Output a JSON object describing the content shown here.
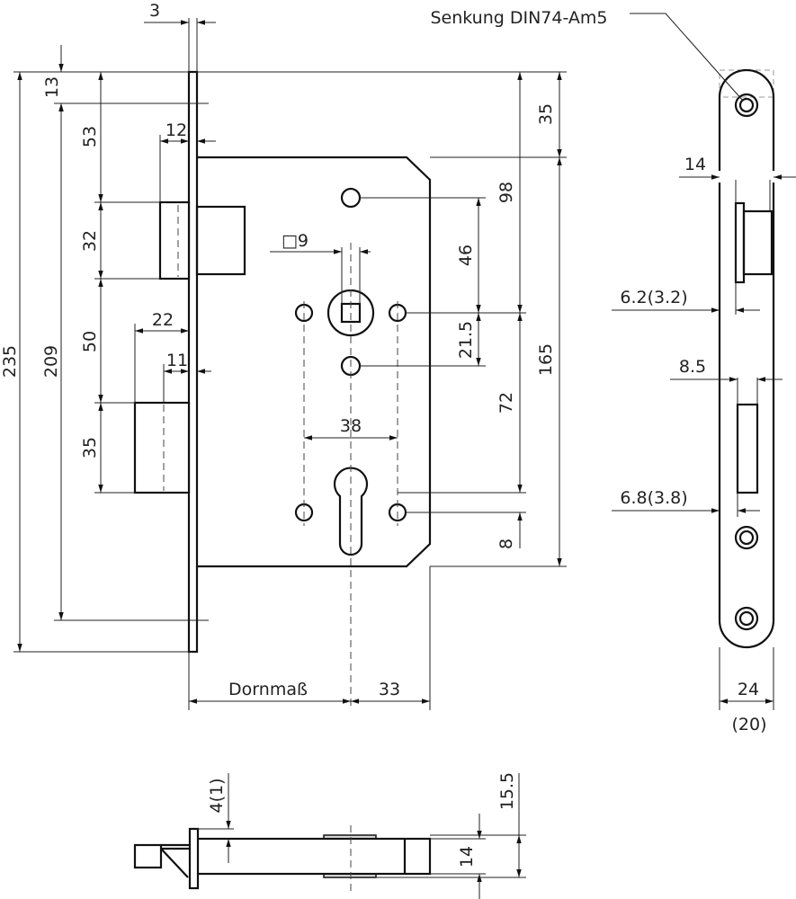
{
  "title": "Einsteckschloss Maßzeichnung",
  "front_view": {
    "dim_faceplate_thickness": "3",
    "dim_top_offset": "13",
    "dim_total_height": "235",
    "dim_screw_spacing": "209",
    "dim_latch_top": "53",
    "dim_latch_height": "32",
    "dim_latch_to_bolt": "50",
    "dim_bolt_height": "35",
    "dim_latch_projection": "12",
    "dim_bolt_projection": "22",
    "dim_bolt_inner": "11",
    "dim_case_top": "35",
    "dim_case_height": "165",
    "dim_to_follower": "98",
    "dim_hole_to_follower": "46",
    "dim_follower_to_hole": "21.5",
    "dim_follower_to_cylinder": "72",
    "dim_cylinder_offset": "8",
    "dim_hole_spacing": "38",
    "dim_square": "□9",
    "dim_backset": "Dornmaß",
    "dim_backset_to_back": "33"
  },
  "side_view": {
    "countersink_note": "Senkung DIN74-Am5",
    "dim_latch_width": "14",
    "dim_latch_offset": "6.2(3.2)",
    "dim_bolt_width": "8.5",
    "dim_bolt_offset": "6.8(3.8)",
    "dim_plate_width": "24",
    "dim_plate_width_alt": "(20)"
  },
  "bottom_view": {
    "dim_plate_offset": "4(1)",
    "dim_case_thickness": "14",
    "dim_total_thickness": "15.5"
  }
}
